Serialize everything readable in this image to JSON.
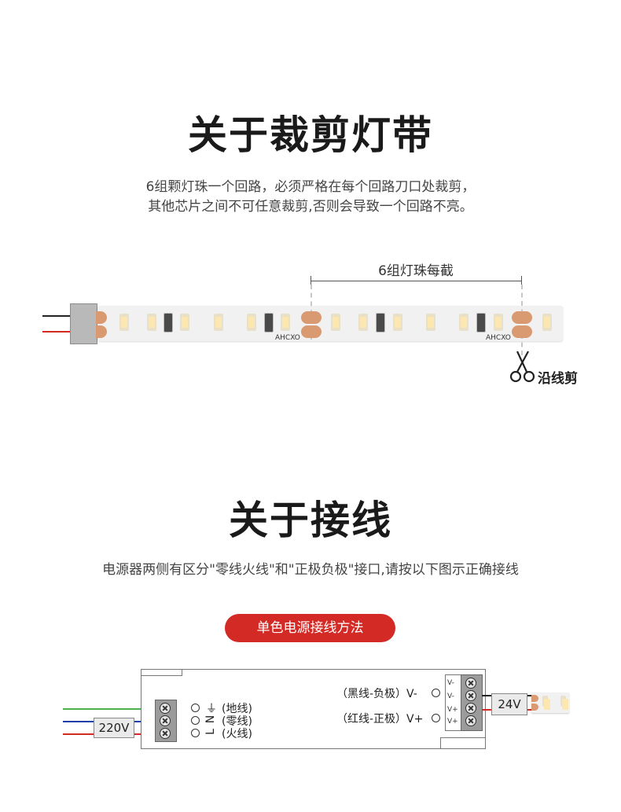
{
  "section1": {
    "title": "关于裁剪灯带",
    "desc_line1": "6组颗灯珠一个回路，必须严格在每个回路刀口处裁剪，",
    "desc_line2": "其他芯片之间不可任意裁剪,否则会导致一个回路不亮。",
    "dimension_label": "6组灯珠每截",
    "cut_label": "沿线剪",
    "strip_marking_1": "AHCXO",
    "strip_marking_2": "AHCXO"
  },
  "section2": {
    "title": "关于接线",
    "desc": "电源器两侧有区分\"零线火线\"和\"正极负极\"接口,请按以下图示正确接线",
    "pill_label": "单色电源接线方法",
    "input_voltage": "220V",
    "output_voltage": "24V",
    "ground_label": "(地线)",
    "neutral_label": "(零线)",
    "live_label": "(火线)",
    "neg_label": "（黑线-负极）V-",
    "pos_label": "（红线-正极）V+",
    "terminal_labels": [
      "V-",
      "V-",
      "V+",
      "V+"
    ],
    "ground_symbol": "⏚",
    "neutral_symbol": "N",
    "live_symbol": "L"
  },
  "colors": {
    "accent_red": "#d42a25",
    "pad_copper": "#d99a72",
    "wire_green": "#4caf50",
    "wire_blue": "#1e3fa8",
    "wire_red": "#d42a25"
  }
}
